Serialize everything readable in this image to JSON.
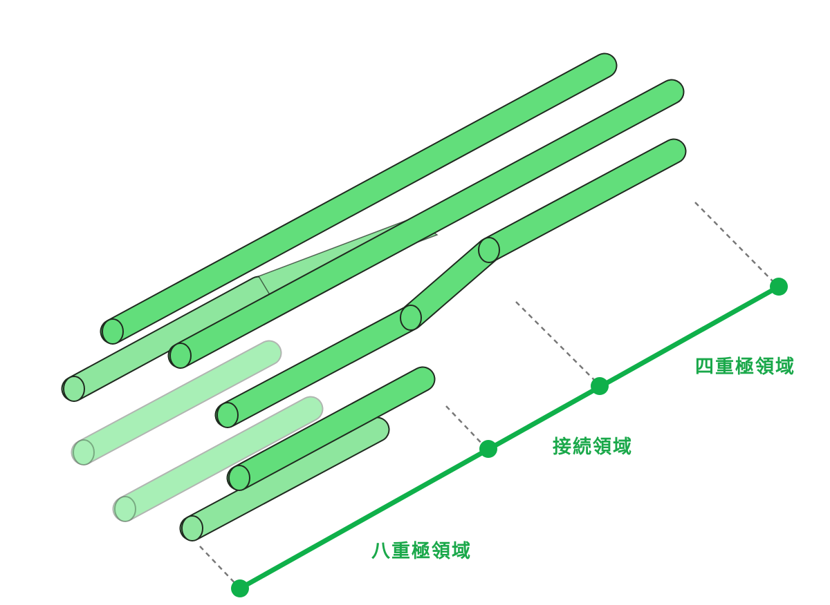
{
  "colors": {
    "rod_fill": "#62de7b",
    "rod_fill_faded": "#a8efb6",
    "outline": "#1f2a1f",
    "accent_line": "#0fb04a",
    "label": "#1aa84a",
    "dash": "#777777"
  },
  "regions": [
    {
      "label": "四重極領域"
    },
    {
      "label": "接続領域"
    },
    {
      "label": "八重極領域"
    }
  ]
}
